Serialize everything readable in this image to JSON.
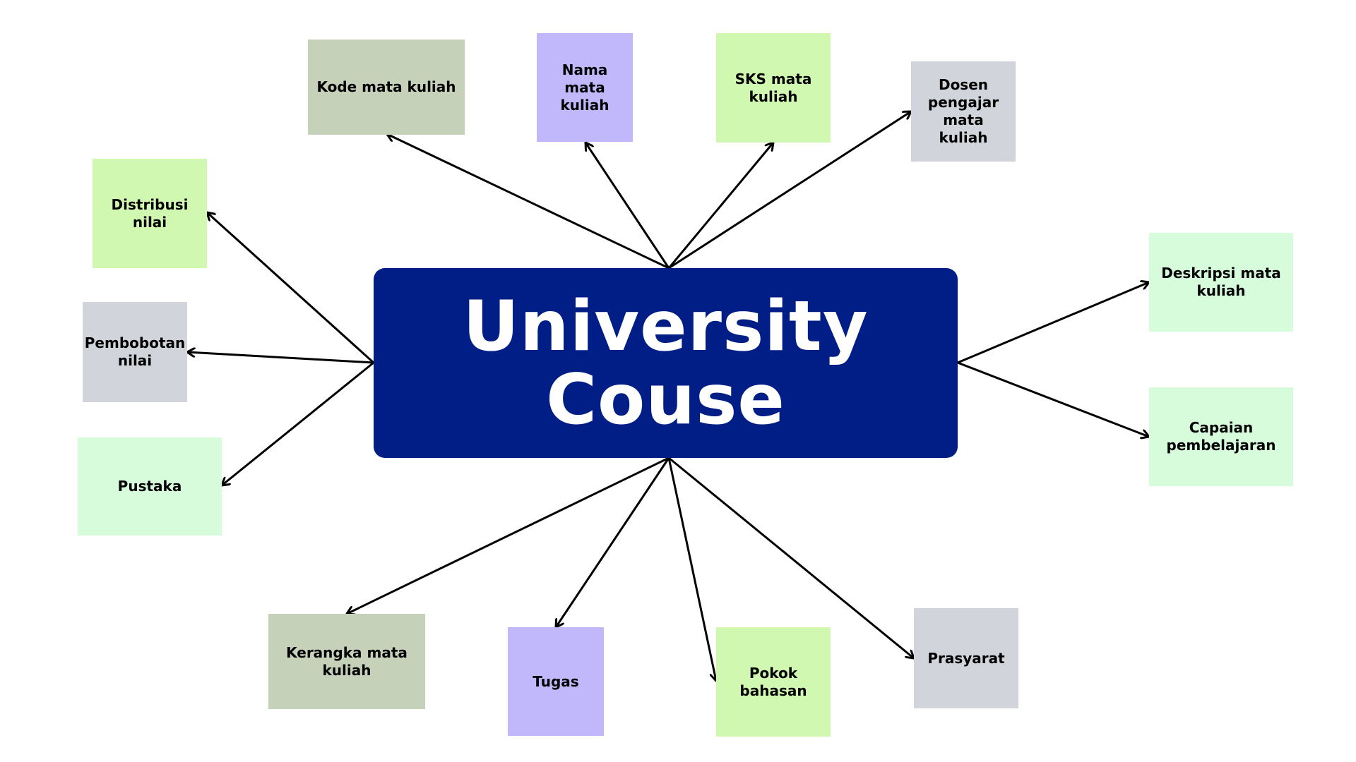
{
  "colors": {
    "center_bg": "#001e86",
    "center_text": "#ffffff",
    "sage": "#c5d1b9",
    "lavender": "#c0b8fb",
    "lime": "#d0f8b0",
    "gray": "#d1d5db",
    "mint": "#d7fcdc",
    "arrow": "#000000"
  },
  "center": {
    "title": "University\nCouse"
  },
  "nodes": {
    "kode": {
      "label": "Kode mata kuliah",
      "color": "sage"
    },
    "nama": {
      "label": "Nama mata kuliah",
      "color": "lavender"
    },
    "sks": {
      "label": "SKS mata kuliah",
      "color": "lime"
    },
    "dosen": {
      "label": "Dosen pengajar mata kuliah",
      "color": "gray"
    },
    "distribusi": {
      "label": "Distribusi nilai",
      "color": "lime"
    },
    "pembobotan": {
      "label": "Pembobotan nilai",
      "color": "gray"
    },
    "pustaka": {
      "label": "Pustaka",
      "color": "mint"
    },
    "deskripsi": {
      "label": "Deskripsi mata kuliah",
      "color": "mint"
    },
    "capaian": {
      "label": "Capaian pembelajaran",
      "color": "mint"
    },
    "kerangka": {
      "label": "Kerangka mata kuliah",
      "color": "sage"
    },
    "tugas": {
      "label": "Tugas",
      "color": "lavender"
    },
    "pokok": {
      "label": "Pokok bahasan",
      "color": "lime"
    },
    "prasyarat": {
      "label": "Prasyarat",
      "color": "gray"
    }
  }
}
